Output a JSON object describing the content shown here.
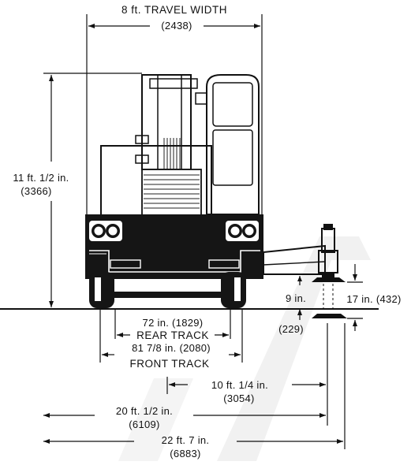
{
  "dimensions": {
    "travel_width": {
      "label": "8 ft. TRAVEL WIDTH",
      "metric": "(2438)"
    },
    "height": {
      "label": "11 ft. 1/2 in.",
      "metric": "(3366)"
    },
    "rear_track": {
      "label": "72 in. (1829)",
      "name": "REAR TRACK"
    },
    "front_track": {
      "label": "81 7/8 in. (2080)",
      "name": "FRONT TRACK"
    },
    "pad_clearance": {
      "label": "9 in.",
      "metric": "(229)"
    },
    "outrigger_height": {
      "label": "17 in. (432)"
    },
    "length_a": {
      "label": "10 ft. 1/4 in.",
      "metric": "(3054)"
    },
    "length_b": {
      "label": "20 ft. 1/2 in.",
      "metric": "(6109)"
    },
    "length_c": {
      "label": "22 ft. 7 in.",
      "metric": "(6883)"
    }
  }
}
